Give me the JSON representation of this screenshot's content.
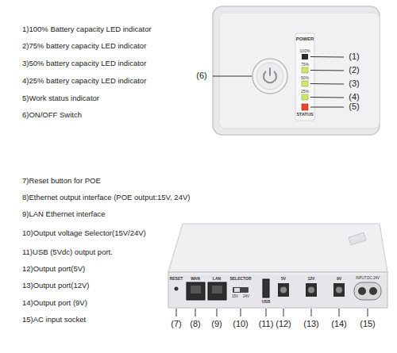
{
  "diagram": {
    "labels": [
      "1)100% Battery capacity LED indicator",
      "2)75% battery capacity LED indicator",
      "3)50% battery capacity LED indicator",
      "4)25% battery capacity LED indicator",
      "5)Work status indicator",
      "6)ON/OFF Switch",
      "POWER",
      "100%",
      "75%",
      "50%",
      "25%",
      "STATUS",
      "(1)",
      "(2)",
      "(3)",
      "(4)",
      "(5)",
      "(6)",
      "7)Reset button for POE",
      "8)Ethernet output interface (POE output:15V, 24V)",
      "9)LAN Ethernet interface",
      "10)Output voltage Selector(15V/24V)",
      "11)USB (5Vdc) output port.",
      "12)Output port(5V)",
      "13)Output port(12V)",
      "14)Output port (9V)",
      "15)AC input socket",
      "RESET",
      "WAN",
      "LAN",
      "SELECTOR",
      "15V",
      "24V",
      "USB",
      "5V",
      "12V",
      "9V",
      "INPUT:DC 24V",
      "(7)",
      "(8)",
      "(9)",
      "(10)",
      "(11)",
      "(12)",
      "(13)",
      "(14)",
      "(15)"
    ]
  }
}
